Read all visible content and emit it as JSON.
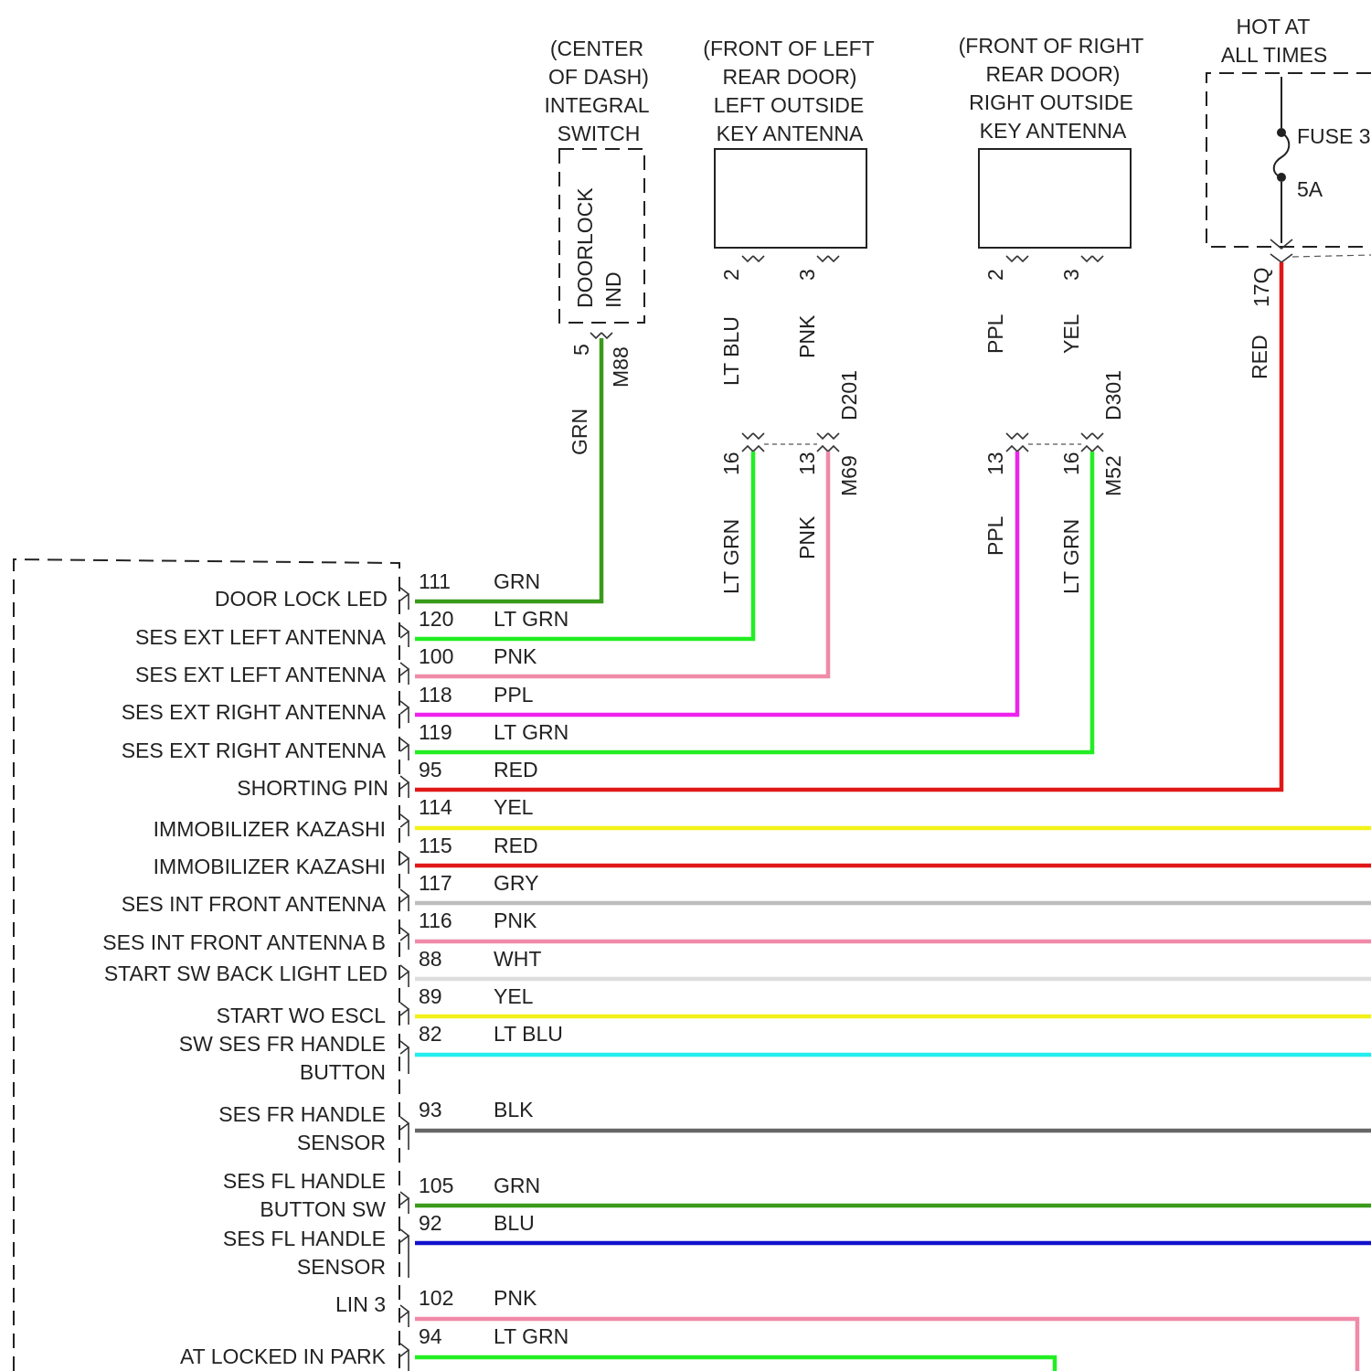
{
  "header": {
    "integral_switch": [
      "(CENTER",
      "OF DASH)",
      "INTEGRAL",
      "SWITCH"
    ],
    "left_antenna": [
      "(FRONT OF LEFT",
      "REAR DOOR)",
      "LEFT OUTSIDE",
      "KEY ANTENNA"
    ],
    "right_antenna": [
      "(FRONT OF RIGHT",
      "REAR DOOR)",
      "RIGHT OUTSIDE",
      "KEY ANTENNA"
    ],
    "hot_at": [
      "HOT AT",
      "ALL TIMES"
    ]
  },
  "switch_box": {
    "lines": [
      "DOORLOCK",
      "IND"
    ],
    "pin": "5",
    "connector": "M88",
    "wire_color": "GRN"
  },
  "fuse": {
    "label": "FUSE 3",
    "rating": "5A",
    "pin": "17Q",
    "wire_color": "RED"
  },
  "left_antenna": {
    "pins_top": [
      "2",
      "3"
    ],
    "wire_colors_top": [
      "LT BLU",
      "PNK"
    ],
    "inline_connector_top": "D201",
    "pins_bottom": [
      "16",
      "13"
    ],
    "inline_connector_bottom": "M69",
    "wire_colors_bottom": [
      "LT GRN",
      "PNK"
    ]
  },
  "right_antenna": {
    "pins_top": [
      "2",
      "3"
    ],
    "wire_colors_top": [
      "PPL",
      "YEL"
    ],
    "inline_connector_top": "D301",
    "pins_bottom": [
      "13",
      "16"
    ],
    "inline_connector_bottom": "M52",
    "wire_colors_bottom": [
      "PPL",
      "LT GRN"
    ]
  },
  "module_labels": [
    "DOOR LOCK LED",
    "SES EXT LEFT ANTENNA",
    "SES EXT LEFT ANTENNA",
    "SES EXT RIGHT ANTENNA",
    "SES EXT RIGHT ANTENNA",
    "SHORTING PIN",
    "IMMOBILIZER KAZASHI",
    "IMMOBILIZER KAZASHI",
    "SES INT FRONT ANTENNA",
    "SES INT FRONT ANTENNA B",
    "START SW BACK LIGHT LED",
    "START WO ESCL",
    "SW SES FR HANDLE",
    "BUTTON",
    "SES FR HANDLE",
    "SENSOR",
    "SES FL HANDLE",
    "BUTTON SW",
    "SES FL HANDLE",
    "SENSOR",
    "LIN 3",
    "AT LOCKED IN PARK"
  ],
  "wires": [
    {
      "pin": "111",
      "color_name": "GRN",
      "hex": "#3a9a1a"
    },
    {
      "pin": "120",
      "color_name": "LT GRN",
      "hex": "#22ee22"
    },
    {
      "pin": "100",
      "color_name": "PNK",
      "hex": "#f08aa8"
    },
    {
      "pin": "118",
      "color_name": "PPL",
      "hex": "#ee22ee"
    },
    {
      "pin": "119",
      "color_name": "LT GRN",
      "hex": "#22ee22"
    },
    {
      "pin": "95",
      "color_name": "RED",
      "hex": "#e01818"
    },
    {
      "pin": "114",
      "color_name": "YEL",
      "hex": "#f2f218"
    },
    {
      "pin": "115",
      "color_name": "RED",
      "hex": "#e01818"
    },
    {
      "pin": "117",
      "color_name": "GRY",
      "hex": "#bdbdbd"
    },
    {
      "pin": "116",
      "color_name": "PNK",
      "hex": "#f08aa8"
    },
    {
      "pin": "88",
      "color_name": "WHT",
      "hex": "#dddddd"
    },
    {
      "pin": "89",
      "color_name": "YEL",
      "hex": "#f2f218"
    },
    {
      "pin": "82",
      "color_name": "LT BLU",
      "hex": "#22eeee"
    },
    {
      "pin": "93",
      "color_name": "BLK",
      "hex": "#666666"
    },
    {
      "pin": "105",
      "color_name": "GRN",
      "hex": "#3a9a1a"
    },
    {
      "pin": "92",
      "color_name": "BLU",
      "hex": "#1111cc"
    },
    {
      "pin": "102",
      "color_name": "PNK",
      "hex": "#f08aa8"
    },
    {
      "pin": "94",
      "color_name": "LT GRN",
      "hex": "#22ee22"
    }
  ]
}
